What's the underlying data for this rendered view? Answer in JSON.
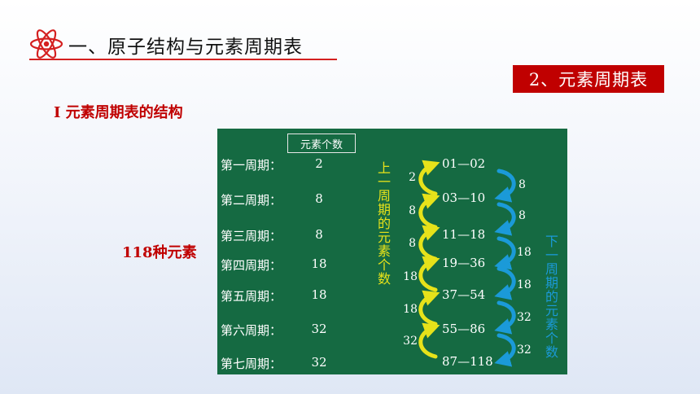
{
  "header": {
    "title": "一、原子结构与元素周期表"
  },
  "tag": "2、元素周期表",
  "subtitle": "I 元素周期表的结构",
  "side_label": "118种元素",
  "board": {
    "count_header": "元素个数",
    "periods": [
      {
        "label": "第一周期：",
        "count": "2"
      },
      {
        "label": "第二周期：",
        "count": "8"
      },
      {
        "label": "第三周期：",
        "count": "8"
      },
      {
        "label": "第四周期：",
        "count": "18"
      },
      {
        "label": "第五周期：",
        "count": "18"
      },
      {
        "label": "第六周期：",
        "count": "32"
      },
      {
        "label": "第七周期：",
        "count": "32"
      }
    ],
    "ranges": [
      "01—02",
      "03—10",
      "11—18",
      "19—36",
      "37—54",
      "55—86",
      "87—118"
    ],
    "prev_counts": [
      "2",
      "8",
      "8",
      "18",
      "18",
      "32"
    ],
    "next_counts": [
      "8",
      "8",
      "18",
      "18",
      "32",
      "32"
    ],
    "prev_label": "上一周期的元素个数",
    "next_label": "下一周期的元素个数",
    "colors": {
      "board": "#156a42",
      "yellow": "#e7e21a",
      "blue": "#1b9ad8"
    }
  },
  "colors": {
    "accent": "#c00000",
    "title_text": "#111111"
  }
}
